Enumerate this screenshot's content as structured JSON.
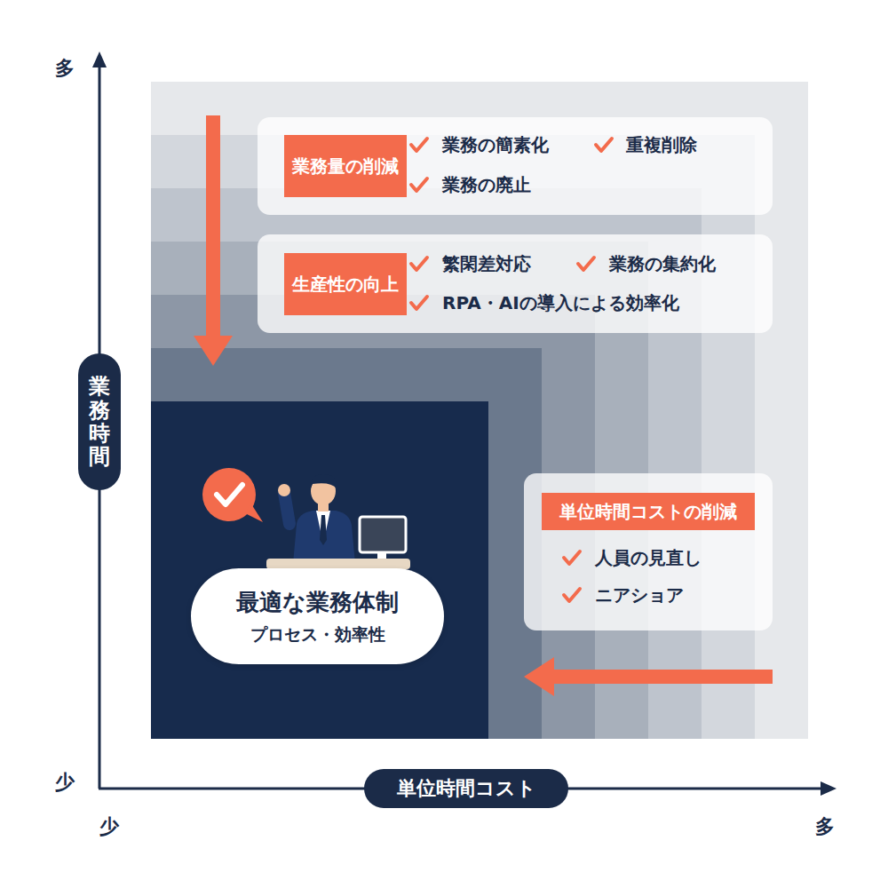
{
  "diagram": {
    "nodes": [
      {
        "text": [
          "業務の簡素化",
          "重複削除",
          "業務の廃止"
        ]
      },
      {
        "text": [
          "業務量の削減"
        ],
        "in": 0
      },
      {
        "text": [
          "繁閑差対応",
          "業務の集約化",
          "RPA・AIの導入による効率化"
        ]
      },
      {
        "text": [
          "生産性の向上"
        ],
        "in": 2
      },
      {
        "text": [
          "人員の見直し",
          "ニアショア"
        ]
      },
      {
        "text": [
          "単位時間コストの削減"
        ],
        "in": 4
      },
      {
        "text": [
          "最適な業務体制",
          "プロセス・効率性"
        ]
      },
      {
        "text": [
          "業務時間"
        ]
      },
      {
        "text": [
          "単位時間コスト"
        ]
      }
    ],
    "labels": [
      "多",
      "少",
      "少",
      "多"
    ]
  }
}
